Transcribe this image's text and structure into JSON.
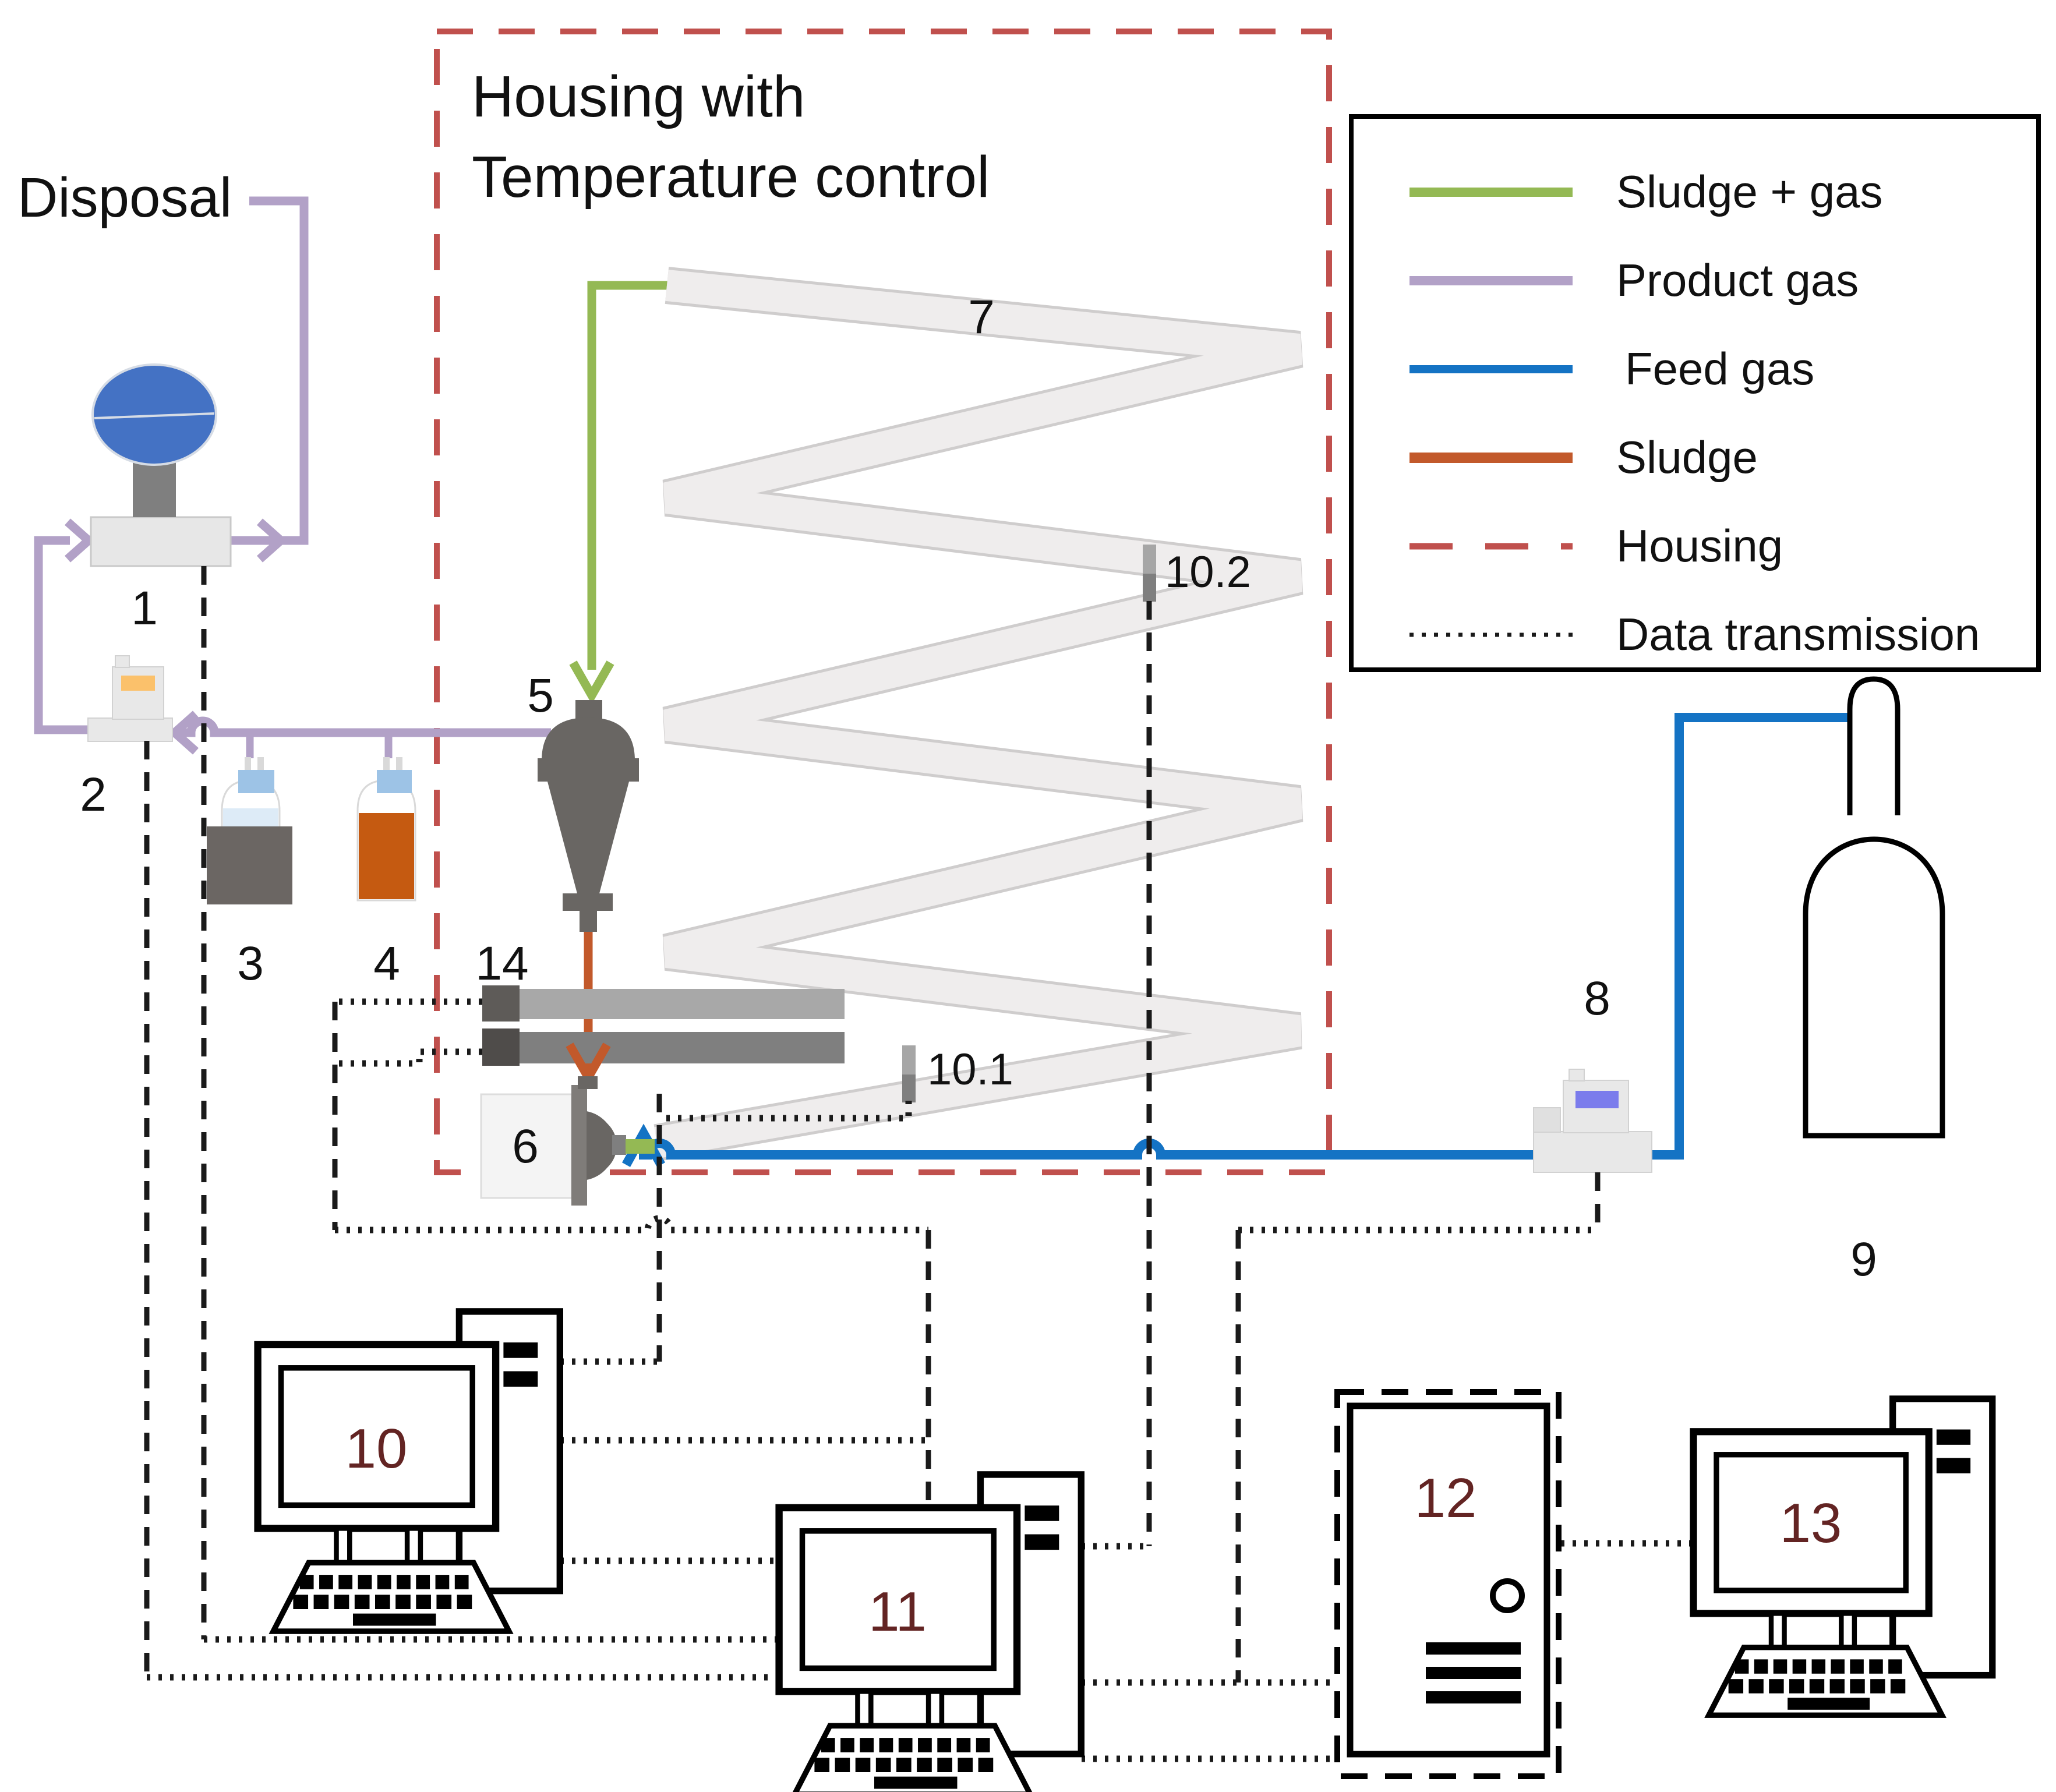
{
  "title": {
    "line1": "Housing with",
    "line2": "Temperature control"
  },
  "disposal_label": "Disposal",
  "legend": {
    "items": [
      {
        "label": "Sludge + gas",
        "color": "#94B954",
        "style": "solid"
      },
      {
        "label": "Product gas",
        "color": "#B2A1C7",
        "style": "solid"
      },
      {
        "label": "Feed gas",
        "color": "#1473C4",
        "style": "solid"
      },
      {
        "label": "Sludge",
        "color": "#C2592B",
        "style": "solid"
      },
      {
        "label": "Housing",
        "color": "#C0504D",
        "style": "dashed"
      },
      {
        "label": "Data transmission",
        "color": "#1A1A1A",
        "style": "dotted"
      }
    ]
  },
  "component_labels": {
    "gas_meter": "1",
    "gas_analyzer": "2",
    "wash_bottle": "3",
    "sample_bottle": "4",
    "separator": "5",
    "pump": "6",
    "tube_coil": "7",
    "mass_flow_controller": "8",
    "gas_cylinder": "9",
    "sensor_coil_lower": "10.1",
    "sensor_coil_upper": "10.2",
    "temperature_controllers": "14"
  },
  "station_labels": {
    "pc10": "10",
    "pc11": "11",
    "server12": "12",
    "pc13": "13"
  },
  "colors": {
    "sludge_gas_green": "#94B954",
    "product_gas_purple": "#B2A1C7",
    "feed_gas_blue": "#1473C4",
    "sludge_orange": "#C2592B",
    "housing_red": "#C0504D",
    "data_black": "#1A1A1A",
    "meter_blue": "#4472C4",
    "device_gray": "#E8E8E8",
    "dark_gray": "#696663",
    "coil_gray": "#EFEDED",
    "screen_maroon": "#632423",
    "analyzer_yellow": "#FBC16B",
    "mfc_display_violet": "#7B7CEC",
    "bottle_cap_blue": "#9DC3E6"
  }
}
